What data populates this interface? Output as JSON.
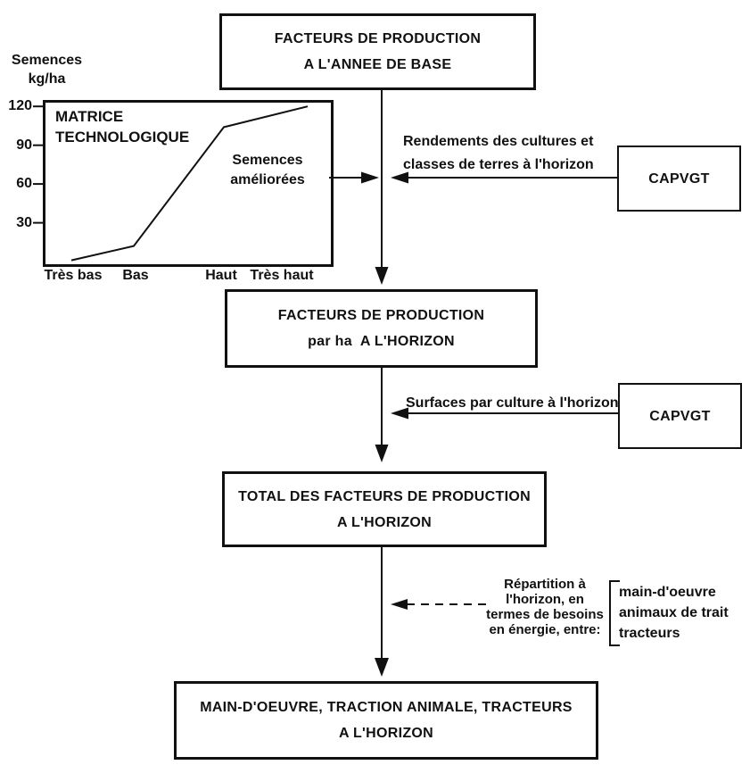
{
  "page": {
    "background": "#ffffff",
    "ink": "#111111"
  },
  "diagram": {
    "nodes": {
      "base_year": {
        "text": "FACTEURS DE PRODUCTION\nA L'ANNEE DE BASE"
      },
      "per_ha": {
        "text": "FACTEURS DE PRODUCTION\npar ha  A L'HORIZON"
      },
      "total": {
        "text": "TOTAL DES FACTEURS DE PRODUCTION\nA L'HORIZON"
      },
      "final": {
        "text": "MAIN-D'OEUVRE, TRACTION ANIMALE, TRACTEURS\nA L'HORIZON"
      },
      "capvgt_top": {
        "text": "CAPVGT"
      },
      "capvgt_mid": {
        "text": "CAPVGT"
      }
    },
    "edge_labels": {
      "rendements": "Rendements des cultures et\nclasses de terres à l'horizon",
      "surfaces": "Surfaces par culture à l'horizon",
      "repartition": "Répartition à\nl'horizon, en\ntermes de besoins\nen énergie, entre:",
      "bracket_items": [
        "main-d'oeuvre",
        "animaux de trait",
        "tracteurs"
      ]
    }
  },
  "chart_data": {
    "type": "line",
    "title": "MATRICE TECHNOLOGIQUE",
    "ylabel": "Semences kg/ha",
    "xlabel": "",
    "annotation": "Semences améliorées",
    "categories": [
      "Très bas",
      "Bas",
      "Haut",
      "Très haut"
    ],
    "values": [
      1,
      12,
      104,
      120
    ],
    "yticks": [
      120,
      90,
      60,
      30
    ],
    "ylim": [
      0,
      125
    ],
    "grid": false,
    "legend": false,
    "line_color": "#111111"
  }
}
